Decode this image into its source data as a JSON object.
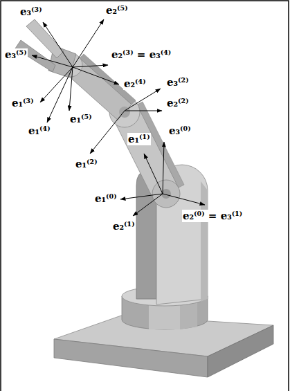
{
  "diagram": {
    "labels": [
      "e₃⁽³⁾",
      "e₂⁽⁵⁾",
      "e₃⁽⁵⁾",
      "e₂⁽³⁾ = e₃⁽⁴⁾",
      "e₂⁽⁴⁾",
      "e₁⁽³⁾",
      "e₁⁽⁵⁾",
      "e₁⁽⁴⁾",
      "e₃⁽²⁾",
      "e₂⁽²⁾",
      "e₃⁽⁰⁾",
      "e₁⁽²⁾",
      "e₁⁽¹⁾",
      "e₁⁽⁰⁾",
      "e₂⁽⁰⁾ = e₃⁽¹⁾",
      "e₂⁽¹⁾"
    ]
  }
}
